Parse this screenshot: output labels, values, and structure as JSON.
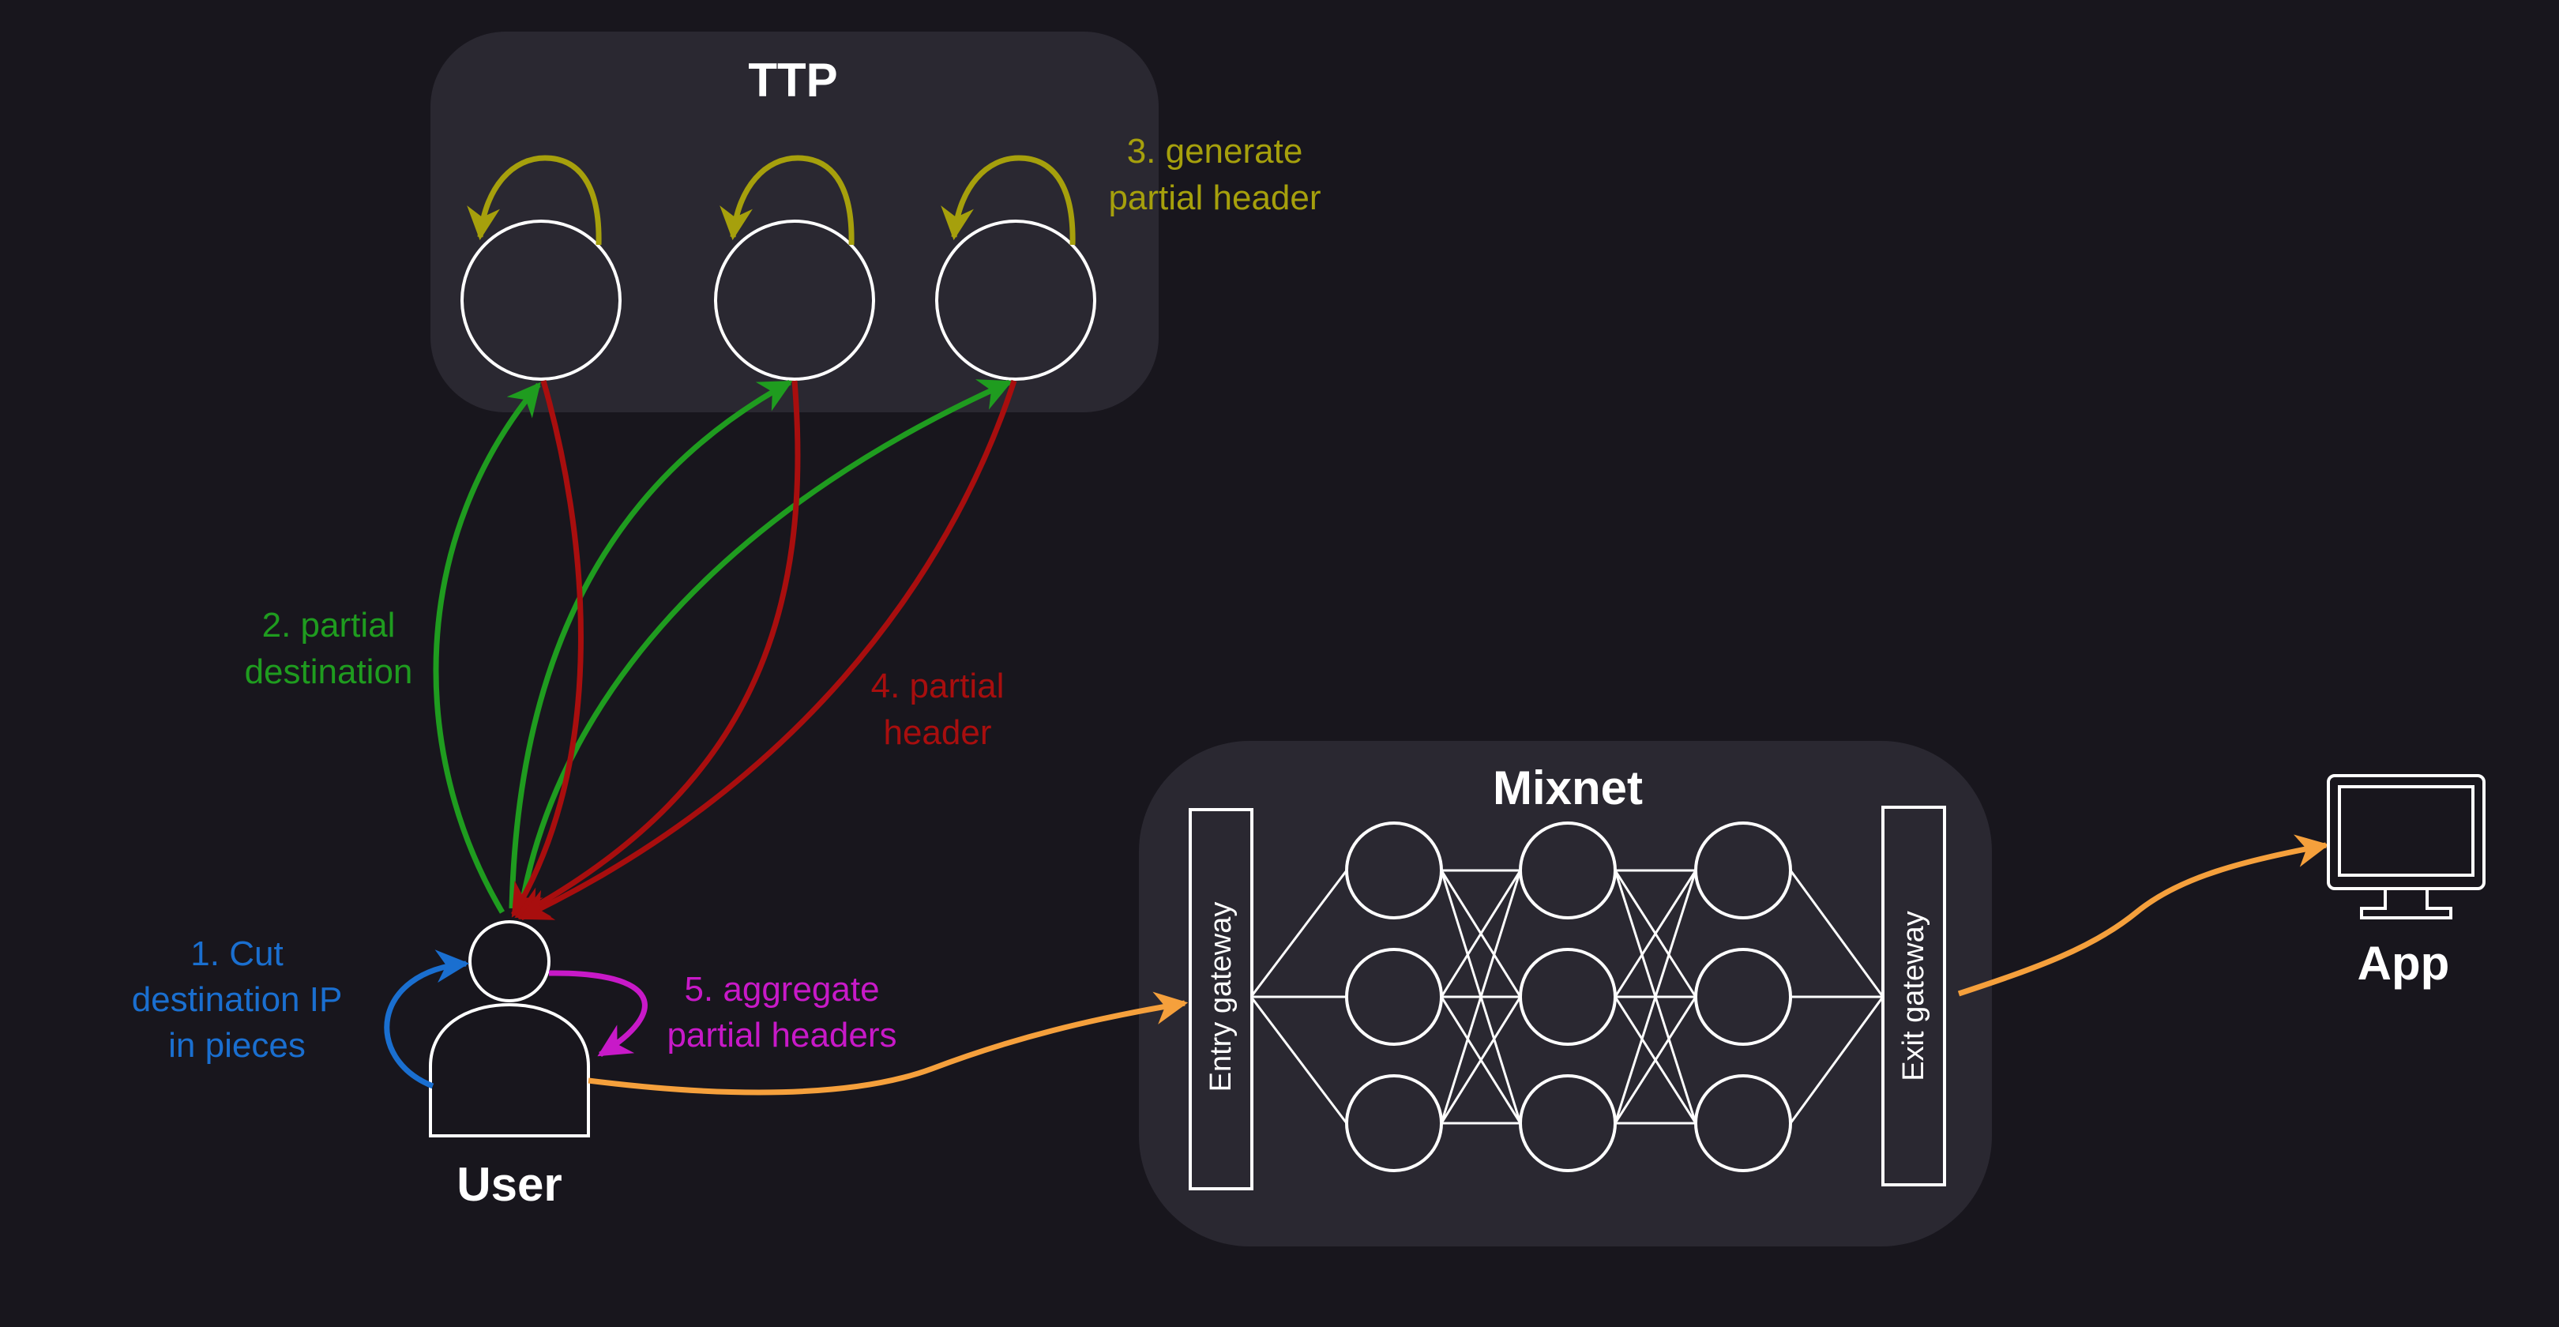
{
  "colors": {
    "background": "#18161d",
    "panel": "#2a2831",
    "outline": "#ffffff",
    "cut": "#1a6fd0",
    "partial_destination": "#1f9c1f",
    "generate": "#a6a00c",
    "partial_header": "#a80e0e",
    "aggregate": "#c819c8",
    "traffic": "#f5a03c"
  },
  "groups": {
    "ttp": {
      "title": "TTP"
    },
    "mixnet": {
      "title": "Mixnet",
      "entry_label": "Entry gateway",
      "exit_label": "Exit gateway"
    }
  },
  "actors": {
    "user": {
      "label": "User",
      "icon": "person-icon"
    },
    "app": {
      "label": "App",
      "icon": "monitor-icon"
    }
  },
  "steps": {
    "cut": {
      "line1": "1. Cut",
      "line2": "destination IP",
      "line3": "in pieces"
    },
    "partial_destination": {
      "line1": "2. partial",
      "line2": "destination"
    },
    "generate": {
      "line1": "3. generate",
      "line2": "partial header"
    },
    "partial_header": {
      "line1": "4. partial",
      "line2": "header"
    },
    "aggregate": {
      "line1": "5. aggregate",
      "line2": "partial headers"
    }
  }
}
